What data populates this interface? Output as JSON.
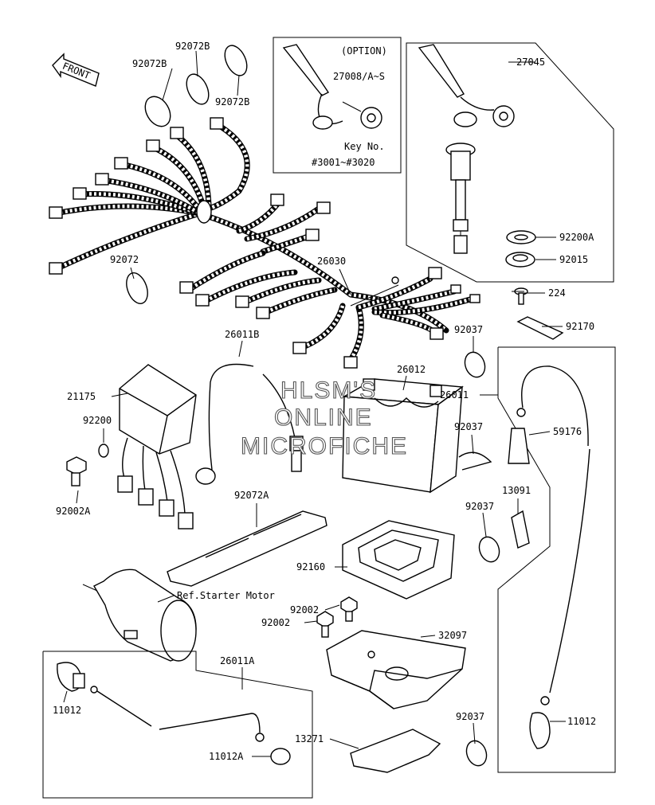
{
  "front_label": "FRONT",
  "option_box": {
    "title": "(OPTION)",
    "part": "27008/A~S",
    "key_label": "Key No.",
    "key_range": "#3001~#3020"
  },
  "watermark": [
    "HLSM'S",
    "ONLINE",
    "MICROFICHE"
  ],
  "labels": [
    {
      "id": "l-92072B-1",
      "text": "92072B"
    },
    {
      "id": "l-92072B-2",
      "text": "92072B"
    },
    {
      "id": "l-92072B-3",
      "text": "92072B"
    },
    {
      "id": "l-27045",
      "text": "27045"
    },
    {
      "id": "l-92072",
      "text": "92072"
    },
    {
      "id": "l-26030",
      "text": "26030"
    },
    {
      "id": "l-92200A",
      "text": "92200A"
    },
    {
      "id": "l-92015",
      "text": "92015"
    },
    {
      "id": "l-224",
      "text": "224"
    },
    {
      "id": "l-92170",
      "text": "92170"
    },
    {
      "id": "l-26011B",
      "text": "26011B"
    },
    {
      "id": "l-92037-1",
      "text": "92037"
    },
    {
      "id": "l-26012",
      "text": "26012"
    },
    {
      "id": "l-21175",
      "text": "21175"
    },
    {
      "id": "l-26011",
      "text": "26011"
    },
    {
      "id": "l-59176",
      "text": "59176"
    },
    {
      "id": "l-92200",
      "text": "92200"
    },
    {
      "id": "l-92037-2",
      "text": "92037"
    },
    {
      "id": "l-92002A",
      "text": "92002A"
    },
    {
      "id": "l-92072A",
      "text": "92072A"
    },
    {
      "id": "l-13091",
      "text": "13091"
    },
    {
      "id": "l-92037-3",
      "text": "92037"
    },
    {
      "id": "l-92160",
      "text": "92160"
    },
    {
      "id": "l-ref-starter",
      "text": "Ref.Starter Motor"
    },
    {
      "id": "l-92002-1",
      "text": "92002"
    },
    {
      "id": "l-92002-2",
      "text": "92002"
    },
    {
      "id": "l-32097",
      "text": "32097"
    },
    {
      "id": "l-26011A",
      "text": "26011A"
    },
    {
      "id": "l-11012-1",
      "text": "11012"
    },
    {
      "id": "l-92037-4",
      "text": "92037"
    },
    {
      "id": "l-11012-2",
      "text": "11012"
    },
    {
      "id": "l-13271",
      "text": "13271"
    },
    {
      "id": "l-11012A",
      "text": "11012A"
    }
  ]
}
